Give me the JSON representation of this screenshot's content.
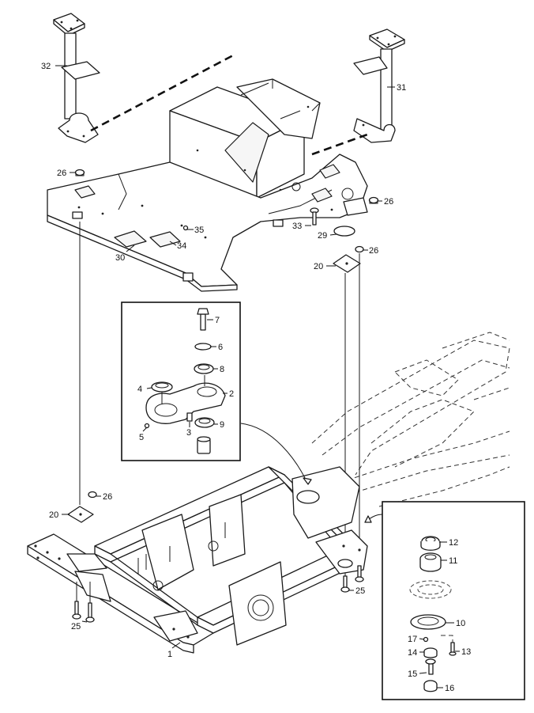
{
  "callouts": {
    "c1": "1",
    "c2": "2",
    "c3": "3",
    "c4": "4",
    "c5": "5",
    "c6": "6",
    "c7": "7",
    "c8": "8",
    "c9": "9",
    "c10": "10",
    "c11": "11",
    "c12": "12",
    "c13": "13",
    "c14": "14",
    "c15": "15",
    "c16": "16",
    "c17": "17",
    "c20a": "20",
    "c20b": "20",
    "c25a": "25",
    "c25b": "25",
    "c26a": "26",
    "c26b": "26",
    "c26c": "26",
    "c26d": "26",
    "c29": "29",
    "c30": "30",
    "c31": "31",
    "c32": "32",
    "c33": "33",
    "c34": "34",
    "c35": "35"
  }
}
